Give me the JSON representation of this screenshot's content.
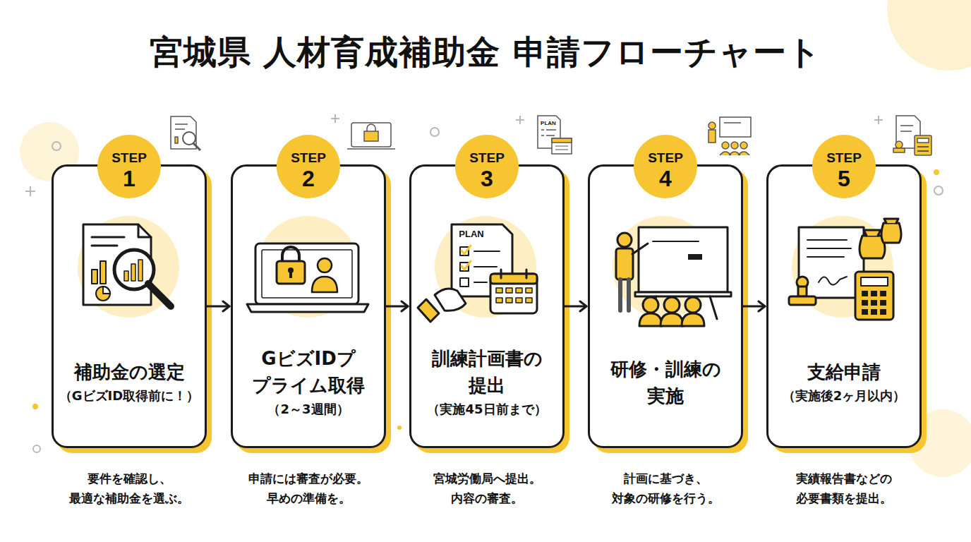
{
  "diagram": {
    "title": "宮城県 人材育成補助金 申請フローチャート",
    "nodes": [
      {
        "text": [
          "補助金の選定",
          "（GビズID取得前に！）",
          "要件を確認し、 最適な補助金を選ぶ。"
        ]
      },
      {
        "text": [
          "STEP 1"
        ],
        "in": 0
      },
      {
        "text": [
          "GビズIDプ プライム取得",
          "（2～3週間）",
          "申請には審査が必要。 早めの準備を。"
        ]
      },
      {
        "text": [
          "STEP 2"
        ],
        "in": 2
      },
      {
        "text": [
          "訓練計画書の 提出",
          "（実施45日前まで）",
          "宮城労働局へ提出。 内容の審査。"
        ]
      },
      {
        "text": [
          "STEP 3"
        ],
        "in": 4
      },
      {
        "text": [
          "研修・訓練の 実施",
          "計画に基づき、 対象の研修を行う。"
        ]
      },
      {
        "text": [
          "STEP 4"
        ],
        "in": 6
      },
      {
        "text": [
          "支給申請",
          "（実施後2ヶ月以内）",
          "実績報告書などの 必要書類を提出。"
        ]
      },
      {
        "text": [
          "STEP 5"
        ],
        "in": 8
      }
    ],
    "edges": [
      {
        "from": 0,
        "to": 2,
        "arrow": "to"
      },
      {
        "from": 2,
        "to": 4,
        "arrow": "to"
      },
      {
        "from": 4,
        "to": 6,
        "arrow": "to"
      },
      {
        "from": 6,
        "to": 8,
        "arrow": "to"
      }
    ],
    "labels": [
      "PLAN",
      "PLAN"
    ]
  }
}
